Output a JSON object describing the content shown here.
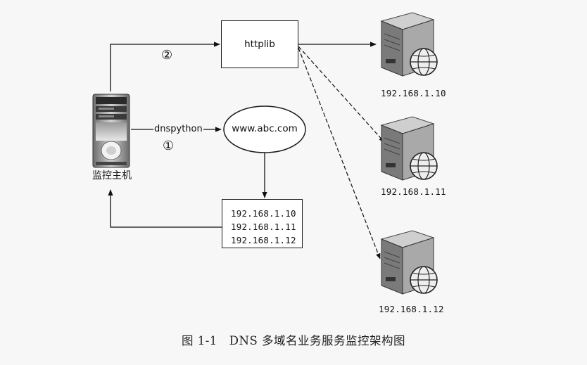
{
  "diagram": {
    "monitor_host": {
      "label": "监控主机",
      "icon": "desktop-tower-icon"
    },
    "httplib_box": {
      "label": "httplib"
    },
    "dns_domain": {
      "label": "www.abc.com"
    },
    "edge_labels": {
      "dnspython": "dnspython",
      "step_1": "①",
      "step_2": "②"
    },
    "resolved_ips": [
      "192.168.1.10",
      "192.168.1.11",
      "192.168.1.12"
    ],
    "servers": [
      {
        "ip": "192.168.1.10",
        "icon": "server-globe-icon"
      },
      {
        "ip": "192.168.1.11",
        "icon": "server-globe-icon"
      },
      {
        "ip": "192.168.1.12",
        "icon": "server-globe-icon"
      }
    ]
  },
  "caption": "图 1-1　DNS 多域名业务服务监控架构图"
}
